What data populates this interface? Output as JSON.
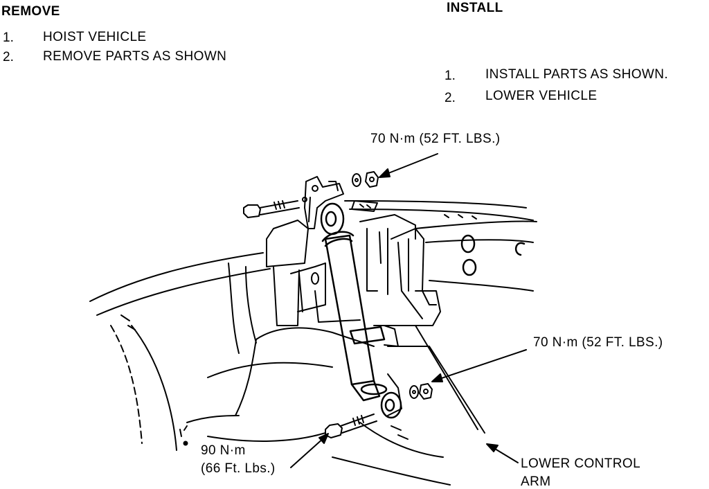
{
  "remove": {
    "heading": "REMOVE",
    "steps": [
      {
        "num": "1.",
        "text": "HOIST VEHICLE"
      },
      {
        "num": "2.",
        "text": "REMOVE PARTS AS SHOWN"
      }
    ]
  },
  "install": {
    "heading": "INSTALL",
    "steps": [
      {
        "num": "1.",
        "text": "INSTALL PARTS AS SHOWN."
      },
      {
        "num": "2.",
        "text": "LOWER VEHICLE"
      }
    ]
  },
  "callouts": {
    "upper_nut_torque": "70 N·m (52 FT. LBS.)",
    "lower_nut_torque": "70 N·m (52 FT. LBS.)",
    "bolt_torque_metric": "90 N·m",
    "bolt_torque_imperial": "(66 Ft. Lbs.)",
    "lower_control_arm_line1": "LOWER CONTROL",
    "lower_control_arm_line2": "ARM"
  }
}
